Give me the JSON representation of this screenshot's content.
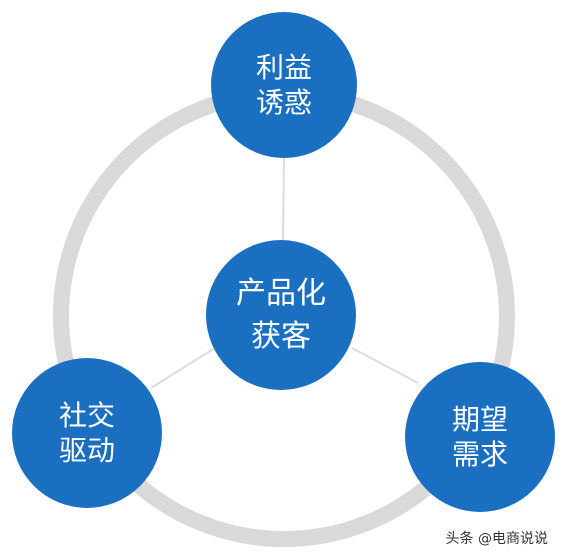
{
  "colors": {
    "node_fill": "#1a6fc0",
    "ring_stroke": "#d9d9d9",
    "connector_stroke": "#dcdcdc",
    "label_text": "#ffffff"
  },
  "center": {
    "line1": "产品化",
    "line2": "获客"
  },
  "nodes": {
    "top": {
      "line1": "利益",
      "line2": "诱惑"
    },
    "left": {
      "line1": "社交",
      "line2": "驱动"
    },
    "right": {
      "line1": "期望",
      "line2": "需求"
    }
  },
  "watermark": "头条 @电商说说"
}
